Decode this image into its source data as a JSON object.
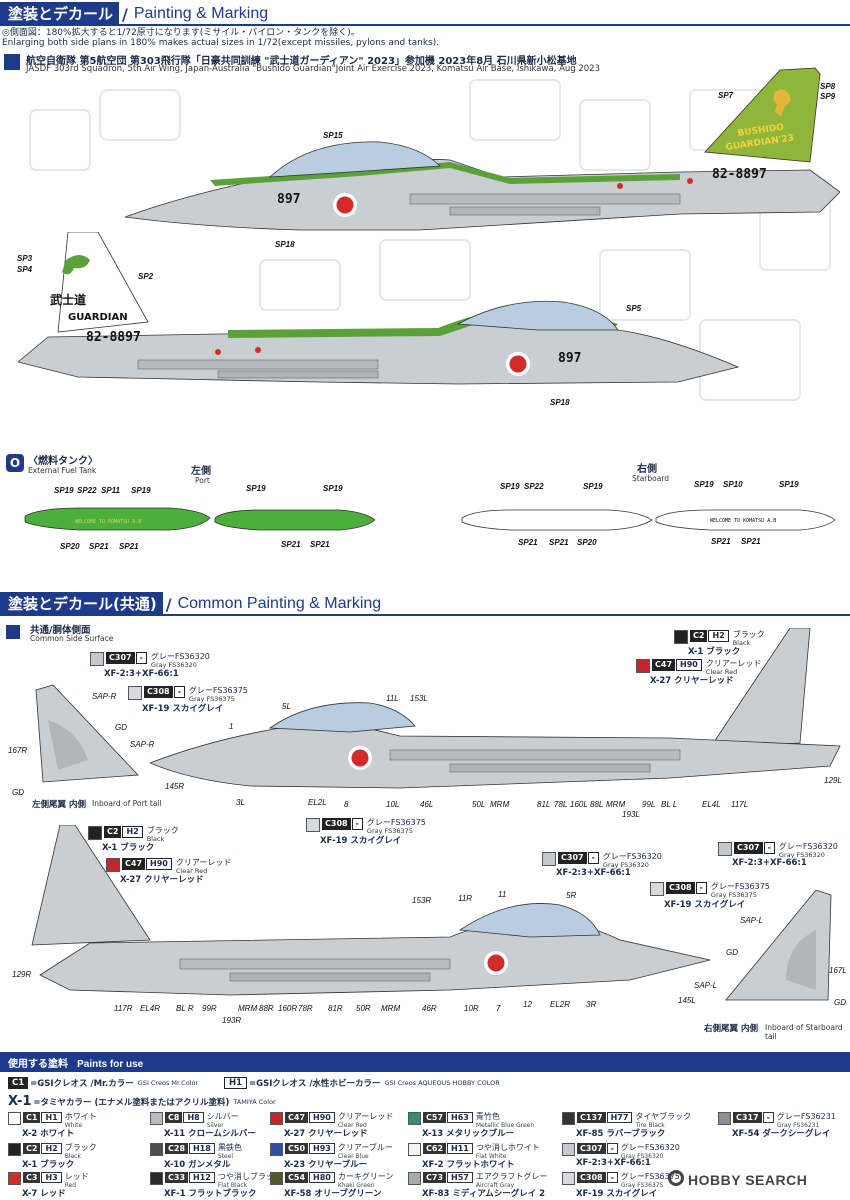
{
  "section1": {
    "title_jp": "塗装とデカール",
    "title_en": "Painting & Marking",
    "note_jp": "◎側面図：180%拡大すると1/72原寸になります(ミサイル・パイロン・タンクを除く)。",
    "note_en": "Enlarging both side plans in 180% makes actual sizes in 1/72(except missiles, pylons and tanks).",
    "aircraft_title_jp": "航空自衛隊 第5航空団 第303飛行隊「日豪共同訓練 \"武士道ガーディアン\" 2023」参加機 2023年8月 石川県新小松基地",
    "aircraft_title_en": "JASDF 303rd Squadron, 5th Air Wing, Japan-Australia \"Bushido Guardian\"Joint Air Exercise 2023, Komatsu Air Base, Ishikawa, Aug 2023",
    "tail_text_1": "BUSHIDO",
    "tail_text_2": "GUARDIAN'23",
    "tail_number": "82-8897",
    "nose_number": "897",
    "tail_text_guardian": "GUARDIAN",
    "tail_kanji": "武士道",
    "sp_labels": [
      "SP15",
      "SP7",
      "SP8",
      "SP9",
      "SP18",
      "SP3",
      "SP4",
      "SP2",
      "SP5",
      "SP18"
    ]
  },
  "tank": {
    "badge": "O",
    "title_jp": "〈燃料タンク〉",
    "title_en": "External Fuel Tank",
    "port_jp": "左側",
    "port_en": "Port",
    "stbd_jp": "右側",
    "stbd_en": "Starboard",
    "tank_text": "WELCOME TO KOMATSU A.B",
    "labels_port1_top": [
      "SP19",
      "SP22",
      "SP11",
      "SP19"
    ],
    "labels_port1_bot": [
      "SP20",
      "SP21",
      "SP21"
    ],
    "labels_port2_top": [
      "SP19",
      "SP19"
    ],
    "labels_port2_bot": [
      "SP21",
      "SP21"
    ],
    "labels_stbd1_top": [
      "SP19",
      "SP22",
      "SP19"
    ],
    "labels_stbd1_bot": [
      "SP21",
      "SP21",
      "SP20"
    ],
    "labels_stbd2_top": [
      "SP19",
      "SP10",
      "SP19"
    ],
    "labels_stbd2_bot": [
      "SP21",
      "SP21"
    ]
  },
  "section2": {
    "title_jp": "塗装とデカール(共通)",
    "title_en": "Common Painting & Marking",
    "sub_jp": "共通/胴体側面",
    "sub_en": "Common Side Surface",
    "inboard_port_jp": "左側尾翼 内側",
    "inboard_port_en": "Inboard of Port tail",
    "inboard_stbd_jp": "右側尾翼 内側",
    "inboard_stbd_en": "Inboard of Starboard tail"
  },
  "paints_callouts": [
    {
      "code": "C307",
      "h": "-",
      "jp": "グレーFS36320",
      "en": "Gray FS36320",
      "mix": "XF-2:3+XF-66:1",
      "color": "#c3c9ce"
    },
    {
      "code": "C308",
      "h": "-",
      "jp": "グレーFS36375",
      "en": "Gray FS36375",
      "mix": "XF-19 スカイグレイ",
      "color": "#d6dade"
    },
    {
      "code": "C2",
      "h": "H2",
      "jp": "ブラック",
      "en": "Black",
      "mix": "X-1 ブラック",
      "color": "#222222"
    },
    {
      "code": "C47",
      "h": "H90",
      "jp": "クリアーレッド",
      "en": "Clear Red",
      "mix": "X-27 クリヤーレッド",
      "color": "#c4262e"
    }
  ],
  "parts_labels": [
    "SAP-R",
    "GD",
    "SAP-R",
    "167R",
    "145R",
    "GD",
    "1",
    "5L",
    "11L",
    "153L",
    "3L",
    "EL2L",
    "8",
    "10L",
    "46L",
    "50L",
    "MRM",
    "81L",
    "78L",
    "160L",
    "88L",
    "MRM",
    "99L",
    "BL L",
    "EL4L",
    "117L",
    "193L",
    "129L",
    "153R",
    "11R",
    "11",
    "5R",
    "129R",
    "117R",
    "EL4R",
    "BL R",
    "99R",
    "MRM",
    "88R",
    "160R",
    "78R",
    "81R",
    "193R",
    "50R",
    "MRM",
    "46R",
    "10R",
    "7",
    "12",
    "EL2R",
    "3R",
    "SAP-L",
    "GD",
    "167L",
    "SAP-L",
    "145L",
    "GD"
  ],
  "legend": {
    "title_jp": "使用する塗料",
    "title_en": "Paints for use",
    "c1": "C1",
    "c1_desc": "=GSIクレオス /Mr.カラー",
    "c1_en": "GSI Creos Mr.Color",
    "h1": "H1",
    "h1_desc": "=GSIクレオス /水性ホビーカラー",
    "h1_en": "GSI Creos AQUEOUS HOBBY COLOR",
    "x1": "X-1",
    "x1_desc": "=タミヤカラー (エナメル塗料またはアクリル塗料)",
    "x1_en": "TAMIYA Color",
    "items": [
      {
        "c": "C1",
        "h": "H1",
        "jp": "ホワイト",
        "en": "White",
        "x": "X-2 ホワイト",
        "color": "#ffffff"
      },
      {
        "c": "C2",
        "h": "H2",
        "jp": "ブラック",
        "en": "Black",
        "x": "X-1 ブラック",
        "color": "#222222"
      },
      {
        "c": "C3",
        "h": "H3",
        "jp": "レッド",
        "en": "Red",
        "x": "X-7 レッド",
        "color": "#d22b2b"
      },
      {
        "c": "C8",
        "h": "H8",
        "jp": "シルバー",
        "en": "Silver",
        "x": "X-11 クロームシルバー",
        "color": "#b8bcc0"
      },
      {
        "c": "C28",
        "h": "H18",
        "jp": "黒鉄色",
        "en": "Steel",
        "x": "X-10 ガンメタル",
        "color": "#4a4e52"
      },
      {
        "c": "C33",
        "h": "H12",
        "jp": "つや消しブラック",
        "en": "Flat Black",
        "x": "XF-1 フラットブラック",
        "color": "#2a2a2a"
      },
      {
        "c": "C47",
        "h": "H90",
        "jp": "クリアーレッド",
        "en": "Clear Red",
        "x": "X-27 クリヤーレッド",
        "color": "#c4262e"
      },
      {
        "c": "C50",
        "h": "H93",
        "jp": "クリアーブルー",
        "en": "Clear Blue",
        "x": "X-23 クリヤーブルー",
        "color": "#2f4fa8"
      },
      {
        "c": "C54",
        "h": "H80",
        "jp": "カーキグリーン",
        "en": "Khaki Green",
        "x": "XF-58 オリーブグリーン",
        "color": "#4f5a2e"
      },
      {
        "c": "C57",
        "h": "H63",
        "jp": "青竹色",
        "en": "Metallic Blue Green",
        "x": "X-13 メタリックブルー",
        "color": "#3a8a7a"
      },
      {
        "c": "C62",
        "h": "H11",
        "jp": "つや消しホワイト",
        "en": "Flat White",
        "x": "XF-2 フラットホワイト",
        "color": "#f4f4f0"
      },
      {
        "c": "C73",
        "h": "H57",
        "jp": "エアクラフトグレー",
        "en": "Aircraft Gray",
        "x": "XF-83 ミディアムシーグレイ 2",
        "color": "#a5abaf"
      },
      {
        "c": "C137",
        "h": "H77",
        "jp": "タイヤブラック",
        "en": "Tire Black",
        "x": "XF-85 ラバーブラック",
        "color": "#333333"
      },
      {
        "c": "C307",
        "h": "-",
        "jp": "グレーFS36320",
        "en": "Gray FS36320",
        "x": "XF-2:3+XF-66:1",
        "color": "#c3c9ce"
      },
      {
        "c": "C308",
        "h": "-",
        "jp": "グレーFS36375",
        "en": "Gray FS36375",
        "x": "XF-19 スカイグレイ",
        "color": "#d6dade"
      },
      {
        "c": "C317",
        "h": "-",
        "jp": "グレーFS36231",
        "en": "Gray FS36231",
        "x": "XF-54 ダークシーグレイ",
        "color": "#8a8f93"
      }
    ]
  },
  "watermark": "HOBBY SEARCH"
}
